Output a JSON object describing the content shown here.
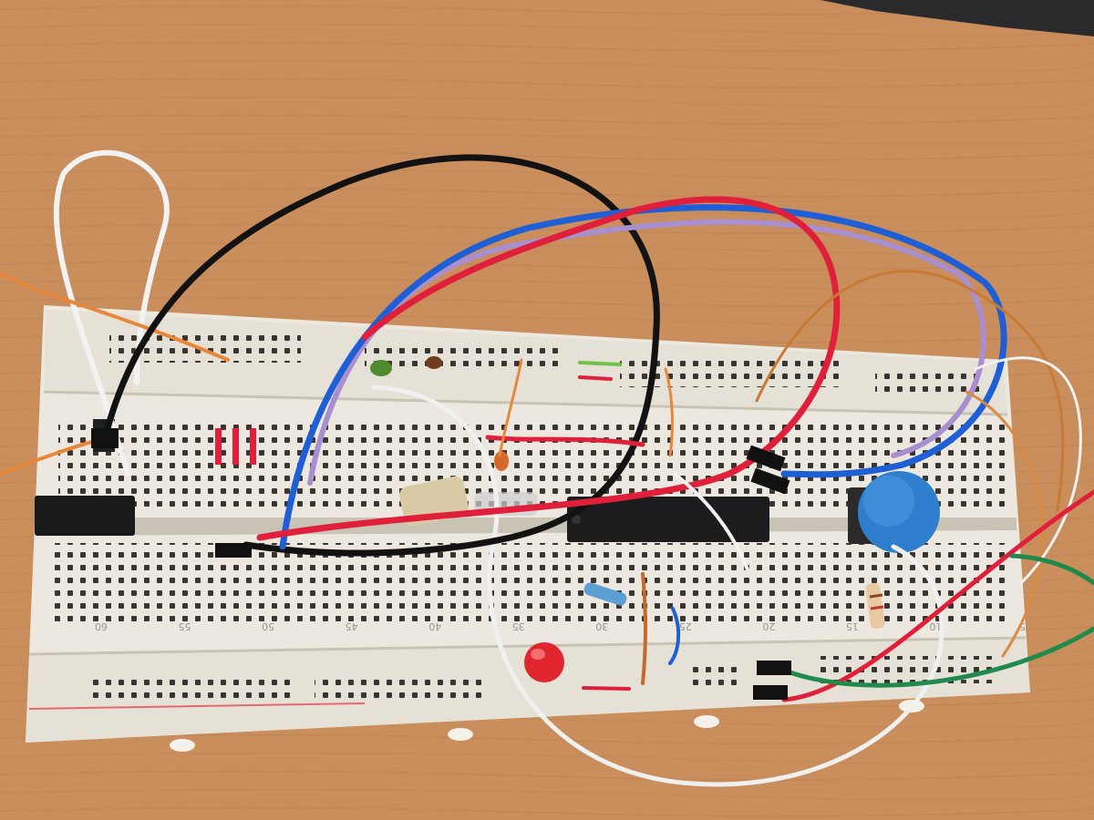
{
  "scene": {
    "subject": "breadboard-circuit",
    "colors": {
      "desk": "#c98e5c",
      "desk_grain": "#b97e50",
      "board": "#ece8df",
      "board_shadow": "#c9c3b6",
      "hole": "#3a3532",
      "chip": "#1c1c1e",
      "button_cap": "#2f7fce",
      "led": "#e0262e",
      "wire_black": "#121212",
      "wire_blue": "#1f5fd6",
      "wire_red": "#e0203a",
      "wire_white": "#f2f2f2",
      "wire_purple": "#a88fd0",
      "wire_orange": "#e8873a",
      "wire_green": "#1f8a4c"
    },
    "column_numbers": [
      "60",
      "55",
      "50",
      "45",
      "40",
      "35",
      "30",
      "25",
      "20",
      "15",
      "10",
      "5"
    ]
  }
}
